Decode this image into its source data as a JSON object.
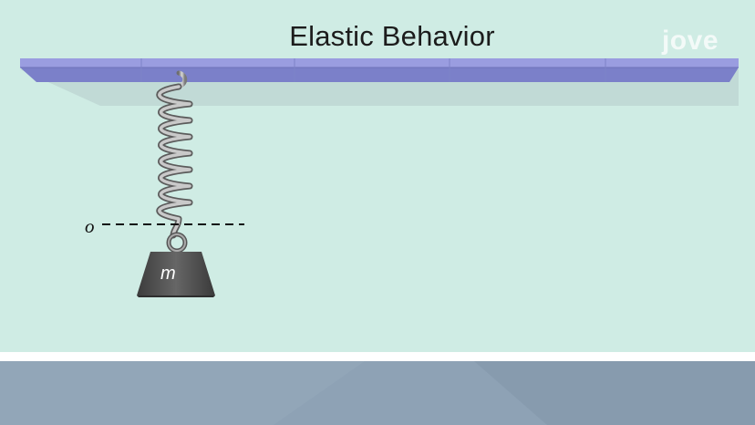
{
  "title": "Elastic Behavior",
  "logo_text": "jove",
  "origin_label": "o",
  "mass_label": "m",
  "colors": {
    "background": "#cfece4",
    "ceiling": "#8f93d6",
    "spring": "#9a9a9a",
    "mass": "#555555",
    "floor": "#8ca0b3"
  },
  "icons": [
    "spring-icon",
    "mass-weight-icon",
    "hook-icon"
  ]
}
